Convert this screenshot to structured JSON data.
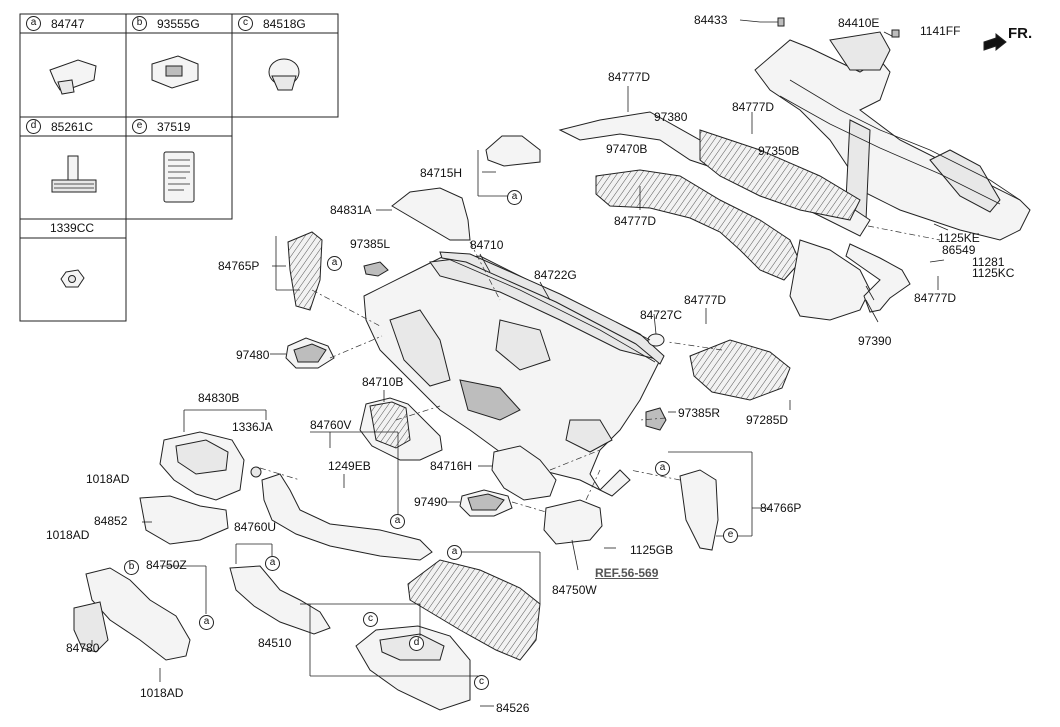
{
  "legend": {
    "cells": [
      {
        "letter": "a",
        "part": "84747"
      },
      {
        "letter": "b",
        "part": "93555G"
      },
      {
        "letter": "c",
        "part": "84518G"
      },
      {
        "letter": "d",
        "part": "85261C"
      },
      {
        "letter": "e",
        "part": "37519"
      }
    ],
    "bottom": {
      "part": "1339CC"
    }
  },
  "direction": {
    "label": "FR."
  },
  "labels": {
    "p84433": "84433",
    "p84410E": "84410E",
    "p1141FF": "1141FF",
    "p84777D_1": "84777D",
    "p97380": "97380",
    "p84777D_2": "84777D",
    "p97470B": "97470B",
    "p97350B": "97350B",
    "p84777D_3": "84777D",
    "p84715H": "84715H",
    "p84831A": "84831A",
    "p84710": "84710",
    "p84722G": "84722G",
    "p97385L": "97385L",
    "p84765P": "84765P",
    "p1125KE": "1125KE",
    "p86549": "86549",
    "p11281": "11281",
    "p1125KC": "1125KC",
    "p84777D_4": "84777D",
    "p84777D_5": "84777D",
    "p84727C": "84727C",
    "p97390": "97390",
    "p97480": "97480",
    "p84710B": "84710B",
    "p97385R": "97385R",
    "p97285D": "97285D",
    "p84830B": "84830B",
    "p1336JA": "1336JA",
    "p84760V": "84760V",
    "p1249EB": "1249EB",
    "p84716H": "84716H",
    "p1018AD_1": "1018AD",
    "p84852": "84852",
    "p97490": "97490",
    "p84766P": "84766P",
    "p1018AD_2": "1018AD",
    "p84760U": "84760U",
    "p84750Z": "84750Z",
    "p1125GB": "1125GB",
    "ref": "REF.56-569",
    "p84750W": "84750W",
    "p84780": "84780",
    "p84510": "84510",
    "p1018AD_3": "1018AD",
    "p84526": "84526"
  },
  "callouts": {
    "a": "a",
    "b": "b",
    "c": "c",
    "d": "d",
    "e": "e"
  }
}
